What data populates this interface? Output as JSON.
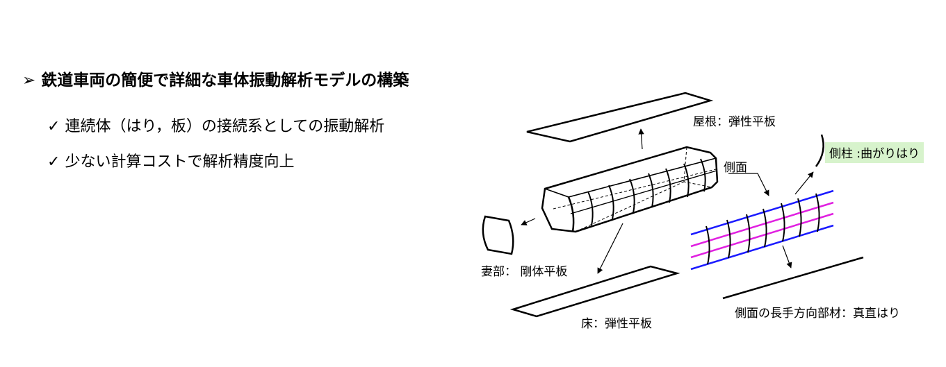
{
  "heading": {
    "marker": "➢",
    "text": "鉄道車両の簡便で詳細な車体振動解析モデルの構築"
  },
  "bullets": [
    {
      "marker": "✓",
      "text": "連続体（はり，板）の接続系としての振動解析"
    },
    {
      "marker": "✓",
      "text": "少ない計算コストで解析精度向上"
    }
  ],
  "labels": {
    "roof": "屋根：弾性平板",
    "side": "側面",
    "pillar": "側柱 :曲がりはり",
    "end": "妻部：  剛体平板",
    "floor": "床：弾性平板",
    "longitudinal": "側面の長手方向部材：真直はり"
  },
  "colors": {
    "side_beam_lines": "#1a1aff",
    "longitudinal_lines": "#e020e0",
    "pillar_highlight": "#d7f3cc"
  }
}
